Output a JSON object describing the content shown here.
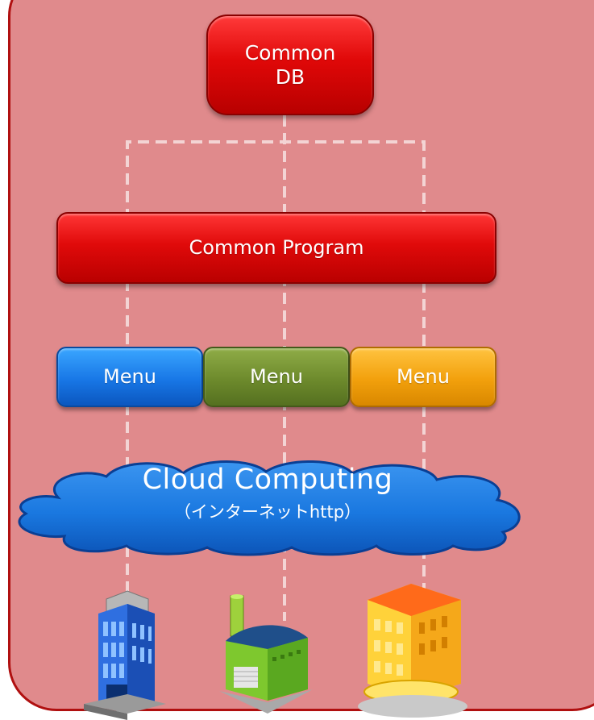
{
  "db": {
    "label": "Common\nDB"
  },
  "program": {
    "label": "Common Program"
  },
  "menus": [
    {
      "label": "Menu",
      "color": "#1877e6"
    },
    {
      "label": "Menu",
      "color": "#6d8a2c"
    },
    {
      "label": "Menu",
      "color": "#f2a00c"
    }
  ],
  "cloud": {
    "title": "Cloud Computing",
    "subtitle": "（インターネットhttp）"
  },
  "colors": {
    "panel": "#e08a8c",
    "border": "#b01010",
    "db": "#e00808",
    "cloud": "#1a78e0"
  },
  "buildings": [
    {
      "icon": "office-building-icon"
    },
    {
      "icon": "factory-icon"
    },
    {
      "icon": "hotel-building-icon"
    }
  ]
}
